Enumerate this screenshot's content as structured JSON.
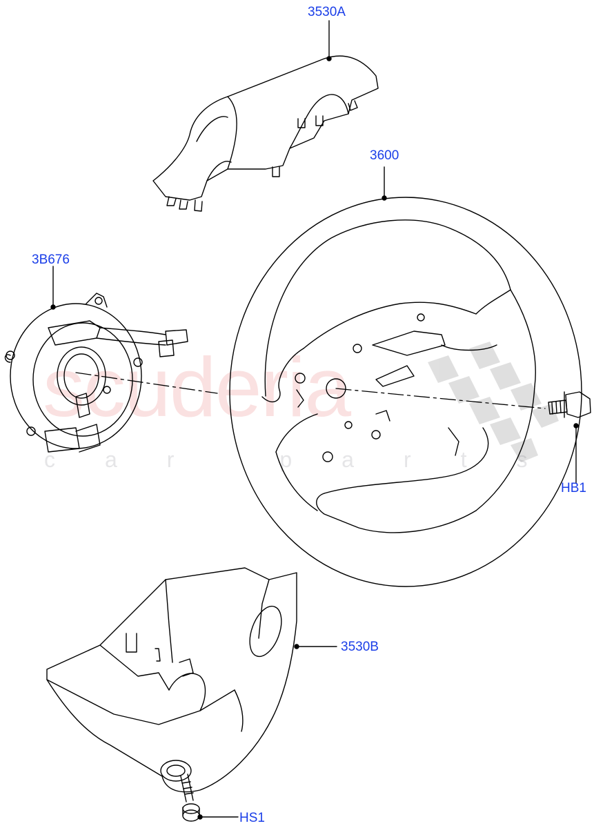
{
  "diagram": {
    "type": "exploded parts diagram",
    "subject": "steering wheel assembly",
    "accent_color": "#1a3ee8",
    "line_color": "#000000",
    "callouts": [
      {
        "id": "3530A",
        "label": "3530A",
        "part": "upper steering column shroud"
      },
      {
        "id": "3600",
        "label": "3600",
        "part": "steering wheel"
      },
      {
        "id": "3B676",
        "label": "3B676",
        "part": "clock spring / rotary coupler"
      },
      {
        "id": "HB1",
        "label": "HB1",
        "part": "hex flange bolt"
      },
      {
        "id": "3530B",
        "label": "3530B",
        "part": "lower steering column shroud"
      },
      {
        "id": "HS1",
        "label": "HS1",
        "part": "screw"
      }
    ]
  },
  "watermark": {
    "main": "scuderia",
    "sub": "car parts"
  }
}
